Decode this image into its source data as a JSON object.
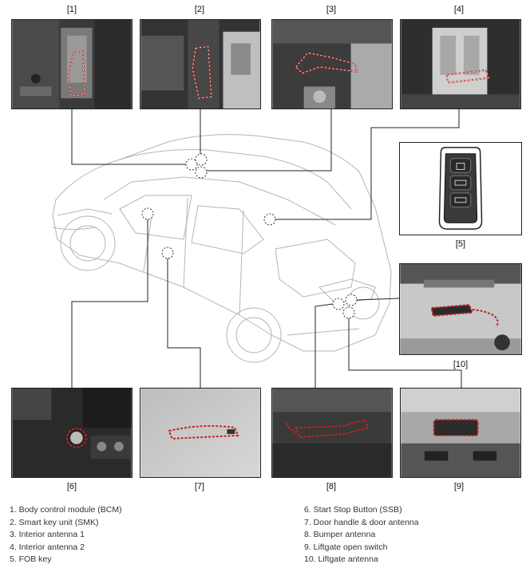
{
  "labels": {
    "p1": "[1]",
    "p2": "[2]",
    "p3": "[3]",
    "p4": "[4]",
    "p5": "[5]",
    "p6": "[6]",
    "p7": "[7]",
    "p8": "[8]",
    "p9": "[9]",
    "p10": "[10]"
  },
  "legend_left": [
    "1. Body control module (BCM)",
    "2. Smart key unit (SMK)",
    "3. Interior antenna 1",
    "4. Interior antenna 2",
    "5. FOB key"
  ],
  "legend_right": [
    "6. Start Stop Button (SSB)",
    "7. Door handle & door antenna",
    "8. Bumper antenna",
    "9. Liftgate open switch",
    "10. Liftgate antenna"
  ],
  "colors": {
    "highlight": "#cc1f1f",
    "line": "#222222",
    "photo_dark": "#2a2a2a",
    "photo_light": "#c9c9c9"
  }
}
